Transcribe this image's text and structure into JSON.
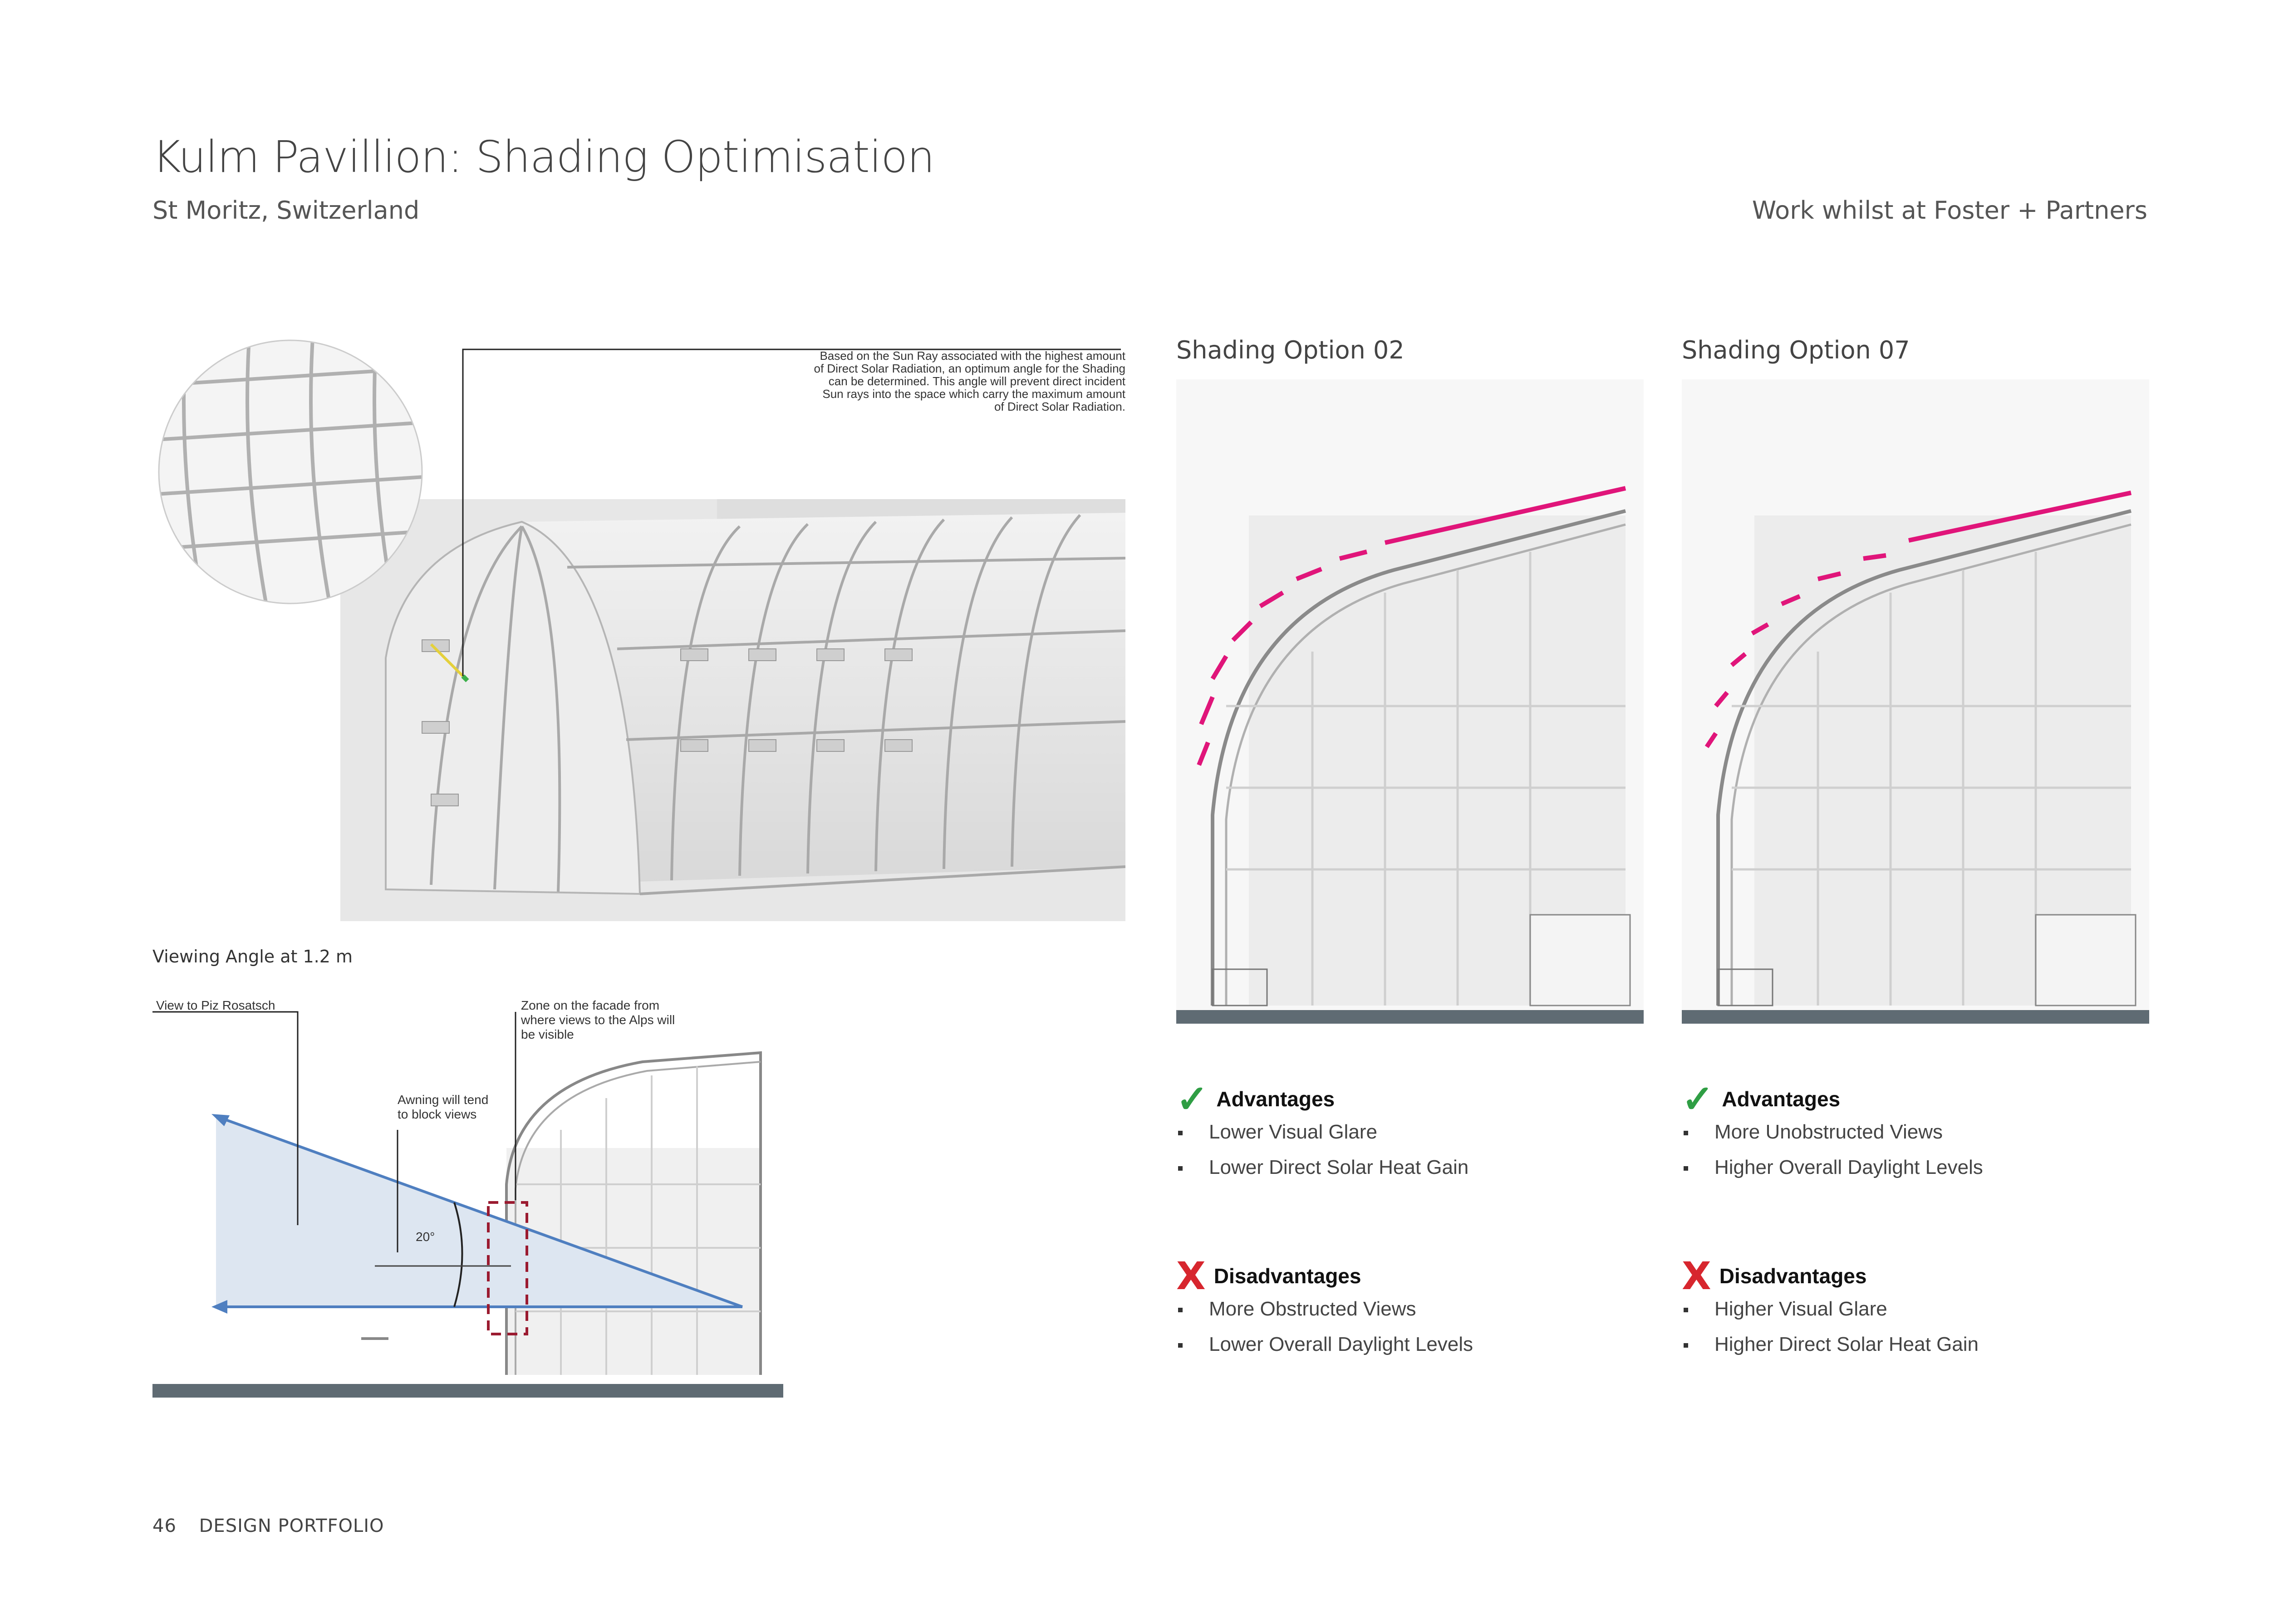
{
  "header": {
    "title": "Kulm Pavillion: Shading Optimisation",
    "subtitle": "St Moritz, Switzerland",
    "credit": "Work whilst at Foster + Partners"
  },
  "render_panel": {
    "note": "Based on the Sun Ray associated with the highest amount of Direct Solar Radiation, an optimum angle for the Shading can be determined. This angle will prevent direct incident Sun rays into the space which carry the maximum amount of Direct Solar Radiation."
  },
  "viewing_panel": {
    "label": "Viewing Angle at 1.2 m",
    "view_label": "View to Piz Rosatsch",
    "awning_label": "Awning will tend to block views",
    "zone_label": "Zone on the facade from where views to the Alps will be visible",
    "angle_label": "20°"
  },
  "options": [
    {
      "title": "Shading Option 02",
      "advantages_title": "Advantages",
      "advantages": [
        "Lower Visual Glare",
        "Lower Direct Solar Heat Gain"
      ],
      "disadvantages_title": "Disadvantages",
      "disadvantages": [
        "More Obstructed Views",
        "Lower Overall Daylight Levels"
      ]
    },
    {
      "title": "Shading Option 07",
      "advantages_title": "Advantages",
      "advantages": [
        "More Unobstructed Views",
        "Higher Overall Daylight Levels"
      ],
      "disadvantages_title": "Disadvantages",
      "disadvantages": [
        "Higher Visual Glare",
        "Higher Direct Solar Heat Gain"
      ]
    }
  ],
  "marks": {
    "check": "✓",
    "cross": "X"
  },
  "colors": {
    "shading": "#e0157a",
    "sightline": "#4f7fc0",
    "zone": "#9b1b30",
    "ground": "#5f6b73"
  },
  "footer": {
    "page_number": "46",
    "label": "DESIGN PORTFOLIO"
  }
}
